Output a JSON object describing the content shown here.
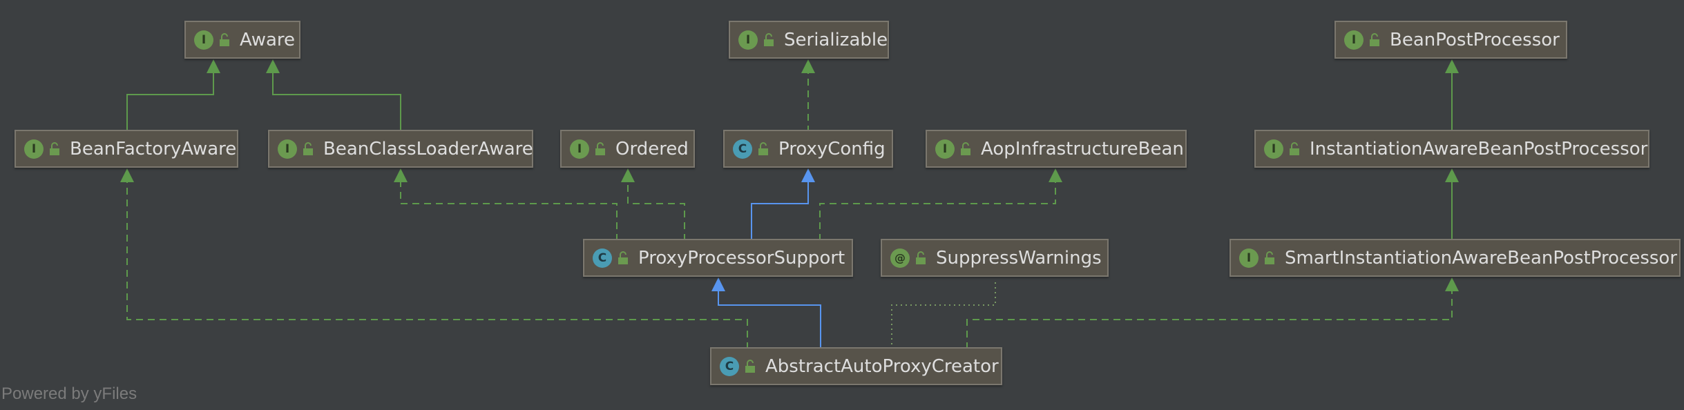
{
  "colors": {
    "background": "#3c3f41",
    "implements_edge": "#5e9a4c",
    "extends_edge": "#5895ef",
    "annotation_edge": "#7a9a64",
    "interface_badge": "#6b9a50",
    "class_badge": "#4a9cb4"
  },
  "nodes": {
    "aware": {
      "label": "Aware",
      "kind": "interface",
      "badge": "I"
    },
    "serializable": {
      "label": "Serializable",
      "kind": "interface",
      "badge": "I"
    },
    "bean_post_processor": {
      "label": "BeanPostProcessor",
      "kind": "interface",
      "badge": "I"
    },
    "bean_factory_aware": {
      "label": "BeanFactoryAware",
      "kind": "interface",
      "badge": "I"
    },
    "bean_class_loader_aware": {
      "label": "BeanClassLoaderAware",
      "kind": "interface",
      "badge": "I"
    },
    "ordered": {
      "label": "Ordered",
      "kind": "interface",
      "badge": "I"
    },
    "proxy_config": {
      "label": "ProxyConfig",
      "kind": "class",
      "badge": "C"
    },
    "aop_infrastructure_bean": {
      "label": "AopInfrastructureBean",
      "kind": "interface",
      "badge": "I"
    },
    "instantiation_aware": {
      "label": "InstantiationAwareBeanPostProcessor",
      "kind": "interface",
      "badge": "I"
    },
    "proxy_processor_support": {
      "label": "ProxyProcessorSupport",
      "kind": "class",
      "badge": "C"
    },
    "suppress_warnings": {
      "label": "SuppressWarnings",
      "kind": "annotation",
      "badge": "@"
    },
    "smart_instantiation_aware": {
      "label": "SmartInstantiationAwareBeanPostProcessor",
      "kind": "interface",
      "badge": "I"
    },
    "abstract_auto_proxy_creator": {
      "label": "AbstractAutoProxyCreator",
      "kind": "class",
      "badge": "C"
    }
  },
  "edges": [
    {
      "from": "bean_factory_aware",
      "to": "aware",
      "type": "extends-interface"
    },
    {
      "from": "bean_class_loader_aware",
      "to": "aware",
      "type": "extends-interface"
    },
    {
      "from": "proxy_config",
      "to": "serializable",
      "type": "implements"
    },
    {
      "from": "instantiation_aware",
      "to": "bean_post_processor",
      "type": "extends-interface"
    },
    {
      "from": "proxy_processor_support",
      "to": "bean_class_loader_aware",
      "type": "implements"
    },
    {
      "from": "proxy_processor_support",
      "to": "ordered",
      "type": "implements"
    },
    {
      "from": "proxy_processor_support",
      "to": "proxy_config",
      "type": "extends"
    },
    {
      "from": "proxy_processor_support",
      "to": "aop_infrastructure_bean",
      "type": "implements"
    },
    {
      "from": "smart_instantiation_aware",
      "to": "instantiation_aware",
      "type": "extends-interface"
    },
    {
      "from": "abstract_auto_proxy_creator",
      "to": "bean_factory_aware",
      "type": "implements"
    },
    {
      "from": "abstract_auto_proxy_creator",
      "to": "proxy_processor_support",
      "type": "extends"
    },
    {
      "from": "abstract_auto_proxy_creator",
      "to": "suppress_warnings",
      "type": "annotation"
    },
    {
      "from": "abstract_auto_proxy_creator",
      "to": "smart_instantiation_aware",
      "type": "implements"
    }
  ],
  "footer": {
    "text": "Powered by yFiles"
  }
}
